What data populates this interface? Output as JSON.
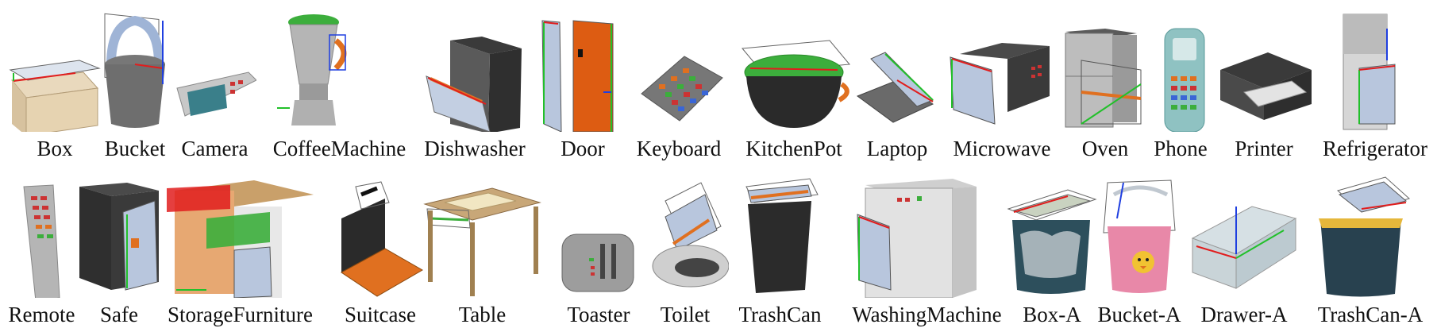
{
  "rows": [
    [
      {
        "label": "Box",
        "icon": "box-icon"
      },
      {
        "label": "Bucket",
        "icon": "bucket-icon"
      },
      {
        "label": "Camera",
        "icon": "camera-icon"
      },
      {
        "label": "CoffeeMachine",
        "icon": "coffee-machine-icon"
      },
      {
        "label": "Dishwasher",
        "icon": "dishwasher-icon"
      },
      {
        "label": "Door",
        "icon": "door-icon"
      },
      {
        "label": "Keyboard",
        "icon": "keyboard-icon"
      },
      {
        "label": "KitchenPot",
        "icon": "kitchen-pot-icon"
      },
      {
        "label": "Laptop",
        "icon": "laptop-icon"
      },
      {
        "label": "Microwave",
        "icon": "microwave-icon"
      },
      {
        "label": "Oven",
        "icon": "oven-icon"
      },
      {
        "label": "Phone",
        "icon": "phone-icon"
      },
      {
        "label": "Printer",
        "icon": "printer-icon"
      },
      {
        "label": "Refrigerator",
        "icon": "refrigerator-icon"
      }
    ],
    [
      {
        "label": "Remote",
        "icon": "remote-icon"
      },
      {
        "label": "Safe",
        "icon": "safe-icon"
      },
      {
        "label": "StorageFurniture",
        "icon": "storage-furniture-icon"
      },
      {
        "label": "Suitcase",
        "icon": "suitcase-icon"
      },
      {
        "label": "Table",
        "icon": "table-icon"
      },
      {
        "label": "Toaster",
        "icon": "toaster-icon"
      },
      {
        "label": "Toilet",
        "icon": "toilet-icon"
      },
      {
        "label": "TrashCan",
        "icon": "trash-can-icon"
      },
      {
        "label": "WashingMachine",
        "icon": "washing-machine-icon"
      },
      {
        "label": "Box-A",
        "icon": "box-a-icon"
      },
      {
        "label": "Bucket-A",
        "icon": "bucket-a-icon"
      },
      {
        "label": "Drawer-A",
        "icon": "drawer-a-icon"
      },
      {
        "label": "TrashCan-A",
        "icon": "trash-can-a-icon"
      }
    ]
  ],
  "colors": {
    "axis_red": "#e11d1d",
    "axis_green": "#22c02a",
    "axis_blue": "#1f3fe0",
    "bbox": "#555555",
    "part_orange": "#e07020",
    "part_green": "#3cae3c",
    "glass": "#b8c6dd",
    "metal": "#888888",
    "dark": "#2f2f2f"
  }
}
